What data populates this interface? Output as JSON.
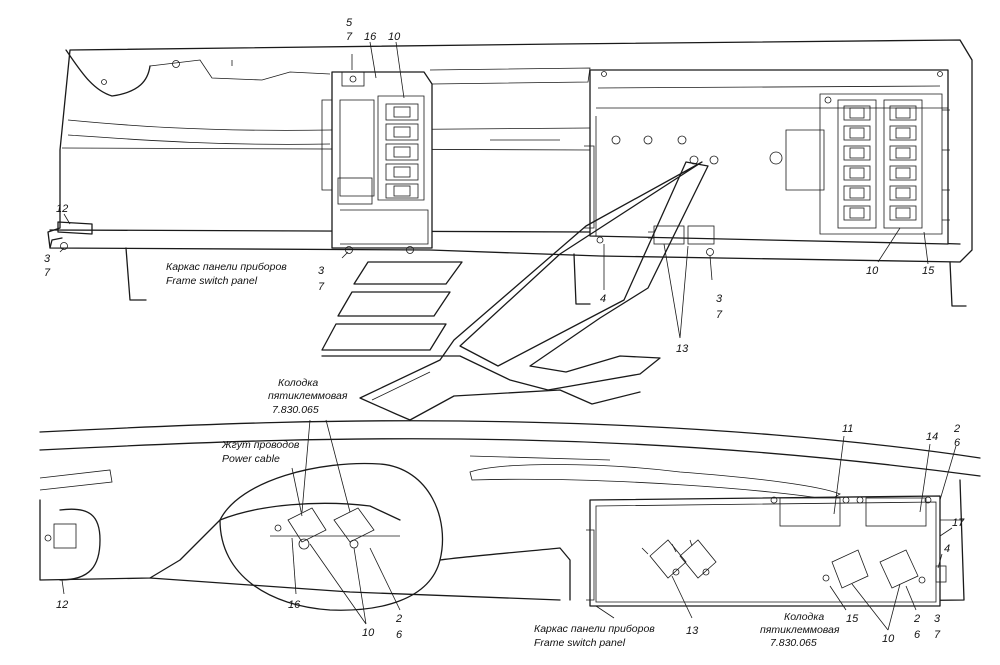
{
  "top_view": {
    "callouts": {
      "c5": "5",
      "c7a": "7",
      "c16": "16",
      "c10": "10",
      "c12": "12",
      "c3a": "3",
      "c7b": "7",
      "c3b": "3",
      "c7c": "7",
      "c4": "4",
      "c3c": "3",
      "c7d": "7",
      "c13": "13",
      "c10b": "10",
      "c15": "15"
    },
    "frame_label_ru": "Каркас панели приборов",
    "frame_label_en": "Frame switch panel"
  },
  "bottom_view": {
    "connector_label_line1": "Колодка",
    "connector_label_line2": "пятиклеммовая",
    "connector_label_code": "7.830.065",
    "harness_label_ru": "Жгут проводов",
    "harness_label_en": "Power cable",
    "callouts": {
      "c11": "11",
      "c14": "14",
      "c2a": "2",
      "c6a": "6",
      "c17": "17",
      "c4b": "4",
      "c12b": "12",
      "c16b": "16",
      "c10c": "10",
      "c2b": "2",
      "c6b": "6",
      "c13b": "13",
      "c15b": "15",
      "c10d": "10",
      "c2c": "2",
      "c6c": "6",
      "c3d": "3",
      "c7e": "7"
    },
    "frame_label_ru": "Каркас панели приборов",
    "frame_label_en": "Frame switch panel",
    "connector2_line1": "Колодка",
    "connector2_line2": "пятиклеммовая",
    "connector2_code": "7.830.065"
  }
}
